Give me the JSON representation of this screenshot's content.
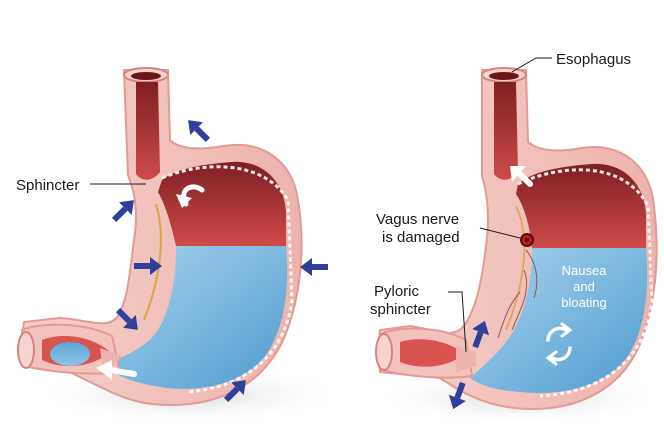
{
  "labels": {
    "sphincter": "Sphincter",
    "esophagus": "Esophagus",
    "vagus_line1": "Vagus nerve",
    "vagus_line2": "is damaged",
    "pyloric_line1": "Pyloric",
    "pyloric_line2": "sphincter",
    "nausea_line1": "Nausea",
    "nausea_line2": "and",
    "nausea_line3": "bloating"
  },
  "colors": {
    "wall": "#f2c3bd",
    "wall_edge": "#e08e88",
    "cavity_red": "#c8413f",
    "cavity_dark": "#7e1f22",
    "fluid_blue": "#6fb4dd",
    "fluid_light": "#b6dcf2",
    "arrow_blue": "#2f3f9c",
    "nerve": "#d7a744"
  },
  "icons": [
    "inward-pressure-arrow-icon",
    "outflow-arrow-icon",
    "reflux-arrow-icon",
    "nerve-lesion-icon",
    "churning-cycle-icon"
  ]
}
